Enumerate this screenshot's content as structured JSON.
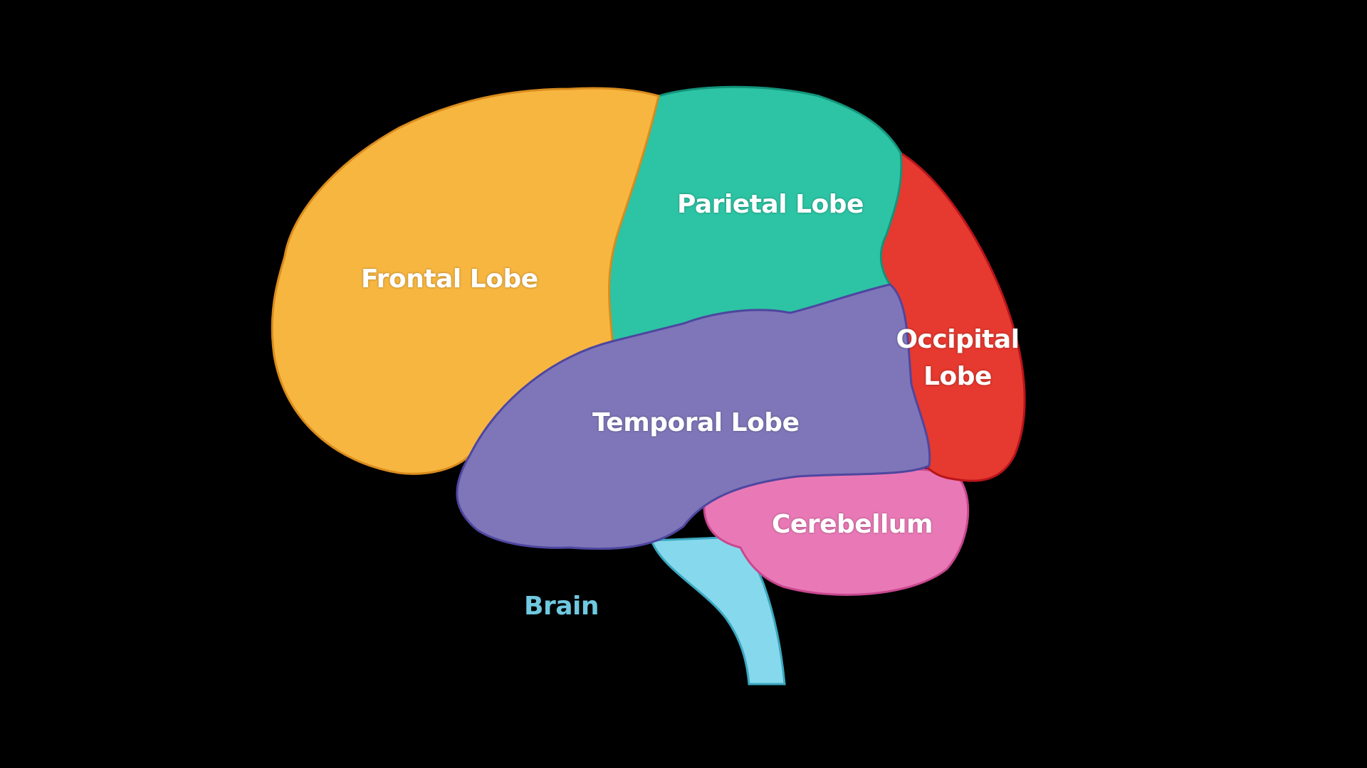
{
  "diagram": {
    "title": "Brain",
    "regions": [
      {
        "id": "frontal",
        "label": "Frontal Lobe",
        "color": "#F6B23E"
      },
      {
        "id": "parietal",
        "label": "Parietal Lobe",
        "color": "#24B89A"
      },
      {
        "id": "occipital",
        "label": "Occipital Lobe",
        "label_lines": [
          "Occipital",
          "Lobe"
        ],
        "color": "#E3241F"
      },
      {
        "id": "temporal",
        "label": "Temporal Lobe",
        "color": "#6C63AE"
      },
      {
        "id": "cerebellum",
        "label": "Cerebellum",
        "color": "#E86DB0"
      },
      {
        "id": "brainstem",
        "label": "",
        "color": "#7FD3E8"
      }
    ],
    "title_color": "#6FC9E0"
  }
}
